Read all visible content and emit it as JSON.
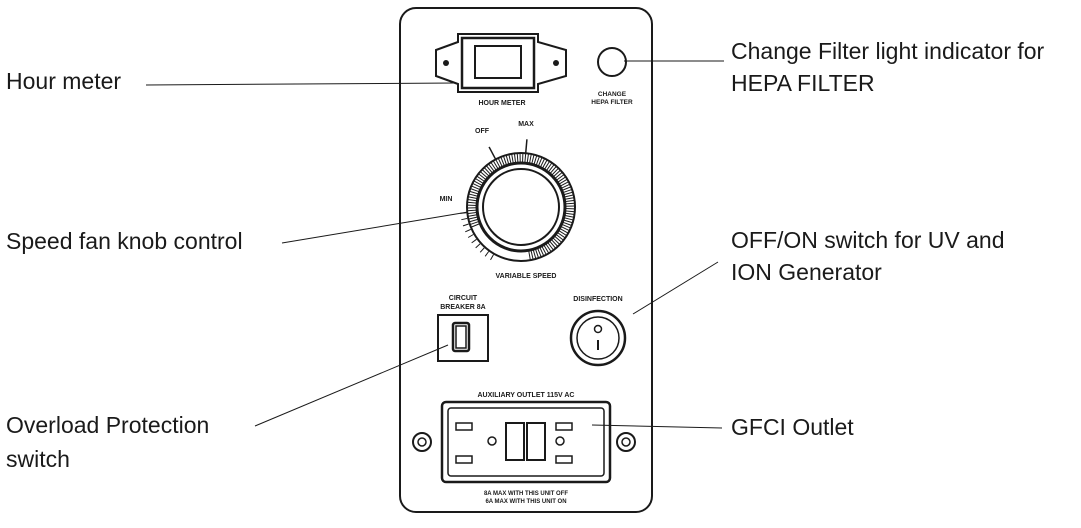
{
  "callouts": {
    "hour_meter": "Hour meter",
    "change_filter_line1": "Change Filter light indicator for",
    "change_filter_line2": "HEPA FILTER",
    "speed_knob": "Speed fan knob control",
    "off_on_line1": "OFF/ON switch for UV and",
    "off_on_line2": "ION Generator",
    "overload_line1": "Overload Protection",
    "overload_line2": "switch",
    "gfci": "GFCI Outlet"
  },
  "panel_labels": {
    "hour_meter": "HOUR METER",
    "change_line1": "CHANGE",
    "change_line2": "HEPA FILTER",
    "off": "OFF",
    "max": "MAX",
    "min": "MIN",
    "variable_speed": "VARIABLE SPEED",
    "circuit_line1": "CIRCUIT",
    "circuit_line2": "BREAKER 8A",
    "disinfection": "DISINFECTION",
    "aux_outlet": "AUXILIARY OUTLET 115V AC",
    "limit_line1": "8A MAX WITH THIS UNIT OFF",
    "limit_line2": "6A MAX WITH THIS UNIT ON"
  },
  "colors": {
    "ink": "#1a1a1a",
    "panel_fill": "#ffffff",
    "background": "#ffffff"
  }
}
